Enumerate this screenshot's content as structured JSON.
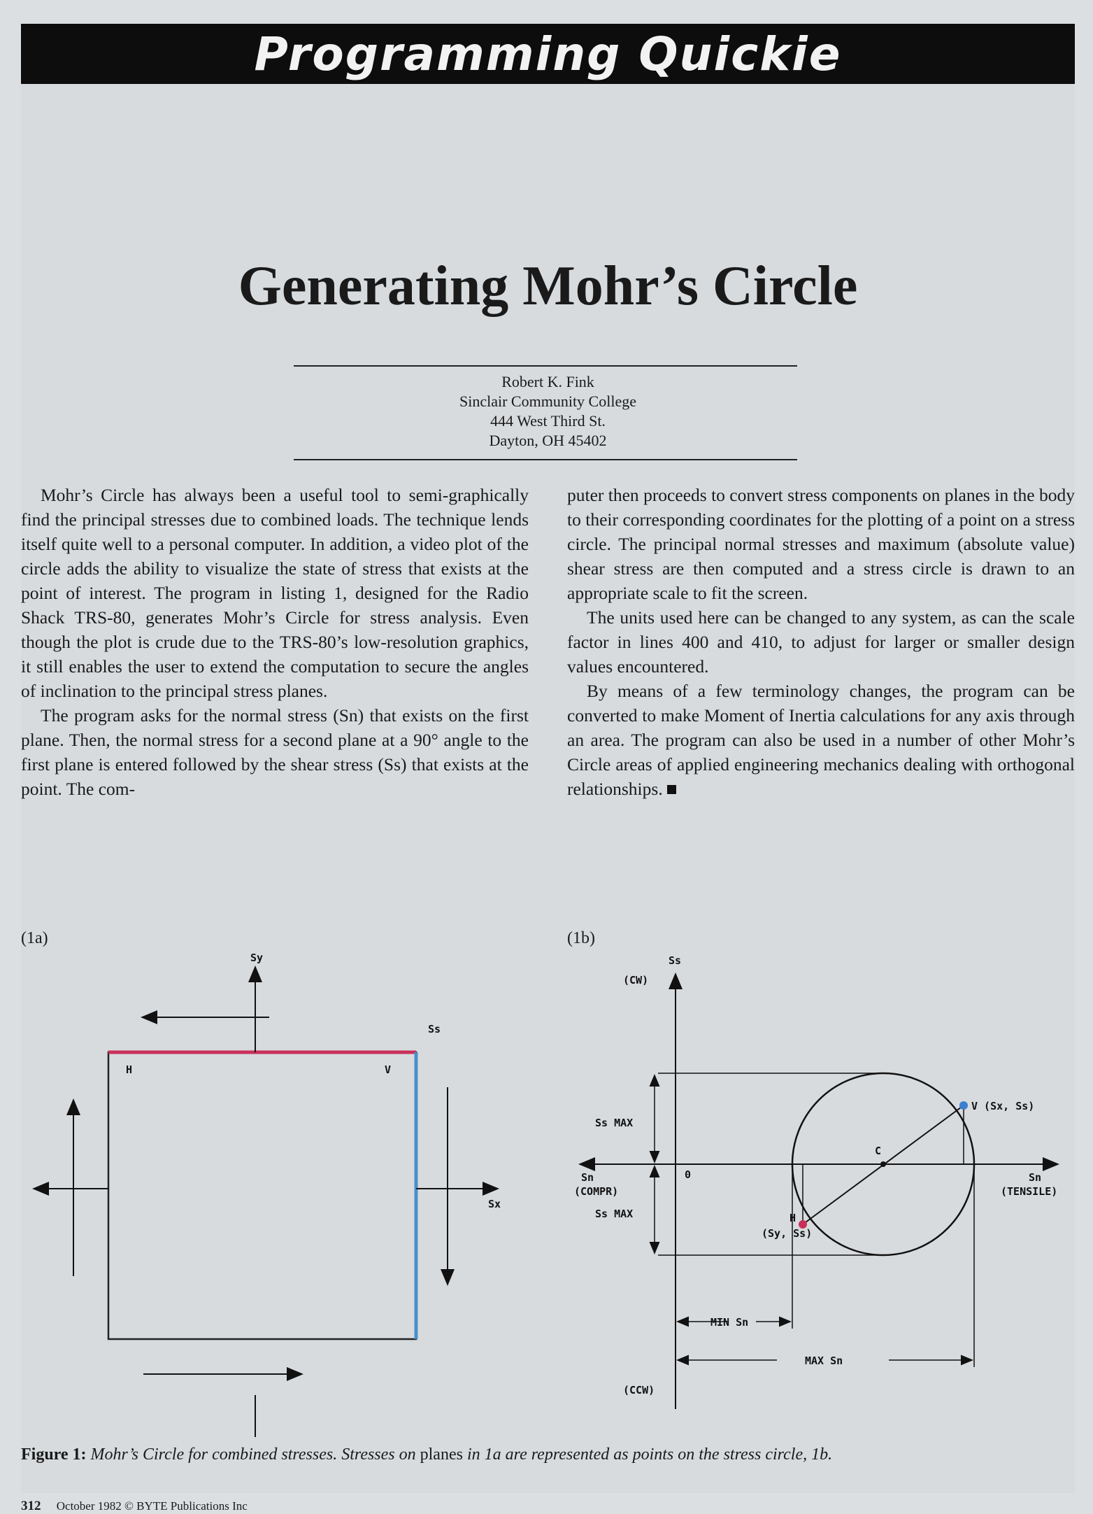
{
  "banner": {
    "text": "Programming Quickie"
  },
  "article": {
    "title": "Generating Mohr’s Circle",
    "author": "Robert K. Fink",
    "affiliation": "Sinclair Community College",
    "address1": "444 West Third St.",
    "address2": "Dayton, OH 45402"
  },
  "body": {
    "left_p1": "Mohr’s Circle has always been a useful tool to semi-graphically find the principal stresses due to combined loads. The technique lends itself quite well to a personal computer. In addition, a video plot of the circle adds the ability to visualize the state of stress that exists at the point of interest. The program in listing 1, designed for the Radio Shack TRS-80, generates Mohr’s Circle for stress analysis. Even though the plot is crude due to the TRS-80’s low-resolution graphics, it still enables the user to extend the computation to secure the angles of inclination to the principal stress planes.",
    "left_p2": "The program asks for the normal stress (Sn) that exists on the first plane. Then, the normal stress for a second plane at a 90° angle to the first plane is entered followed by the shear stress (Ss) that exists at the point. The com-",
    "right_p1": "puter then proceeds to convert stress components on planes in the body to their corresponding coordinates for the plotting of a point on a stress circle. The principal normal stresses and maximum (absolute value) shear stress are then computed and a stress circle is drawn to an appropriate scale to fit the screen.",
    "right_p2": "The units used here can be changed to any system, as can the scale factor in lines 400 and 410, to adjust for larger or smaller design values encountered.",
    "right_p3": "By means of a few terminology changes, the program can be converted to make Moment of Inertia calculations for any axis through an area. The program can also be used in a number of other Mohr’s Circle areas of applied engineering mechanics dealing with orthogonal relationships."
  },
  "figure": {
    "label_a": "(1a)",
    "label_b": "(1b)",
    "a": {
      "sy": "Sy",
      "ss": "Ss",
      "h": "H",
      "v": "V",
      "sx": "Sx"
    },
    "b": {
      "ss_axis": "Ss",
      "cw": "(CW)",
      "ccw": "(CCW)",
      "v_point": "V (Sx, Ss)",
      "c": "C",
      "origin": "0",
      "h_point": "H",
      "h_coords": "(Sy, Ss)",
      "sn_left": "Sn",
      "compr": "(COMPR)",
      "sn_right": "Sn",
      "tensile": "(TENSILE)",
      "ss_max_top": "Ss MAX",
      "ss_max_bottom": "Ss MAX",
      "min_sn": "MIN Sn",
      "max_sn": "MAX Sn"
    },
    "colors": {
      "top_edge": "#c8305a",
      "right_edge": "#4a90c8",
      "v_dot": "#3a7fd0",
      "h_dot": "#c8305a"
    }
  },
  "caption": {
    "label": "Figure 1:",
    "text_1": "Mohr’s Circle for combined stresses. Stresses on",
    "text_2": "planes",
    "text_3": "in 1a are represented as points on the stress circle, 1b."
  },
  "footer": {
    "page": "312",
    "line": "October 1982 © BYTE Publications Inc"
  }
}
